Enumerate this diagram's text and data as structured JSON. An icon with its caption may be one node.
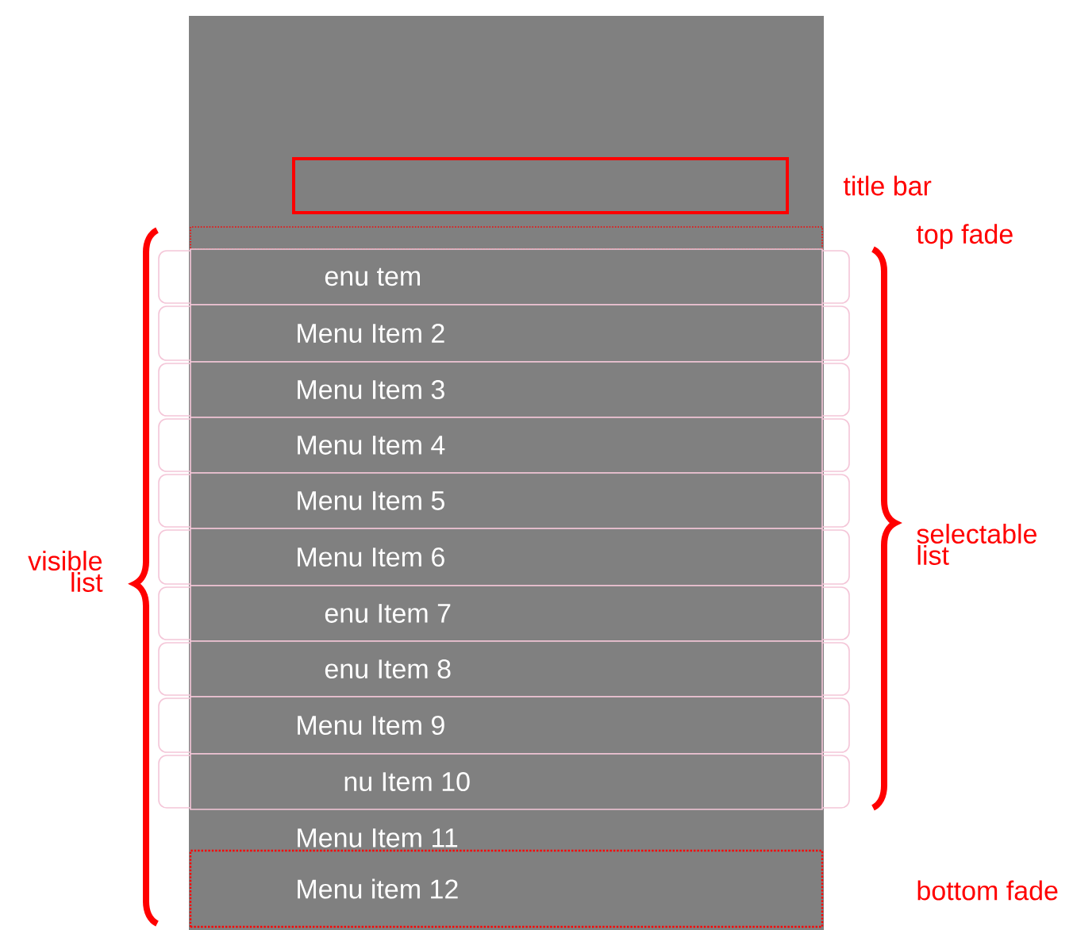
{
  "diagram": {
    "nodes": [
      {
        "text": [],
        "shape": "box"
      },
      {
        "text": [],
        "shape": "box",
        "in": 0,
        "beside": [
          "title bar"
        ]
      },
      {
        "text": [],
        "shape": "box",
        "in": 0,
        "beside": [
          "top fade"
        ]
      },
      {
        "text": [
          "enu tem"
        ],
        "in": 0
      },
      {
        "text": [
          "Menu Item 2"
        ],
        "in": 0
      },
      {
        "text": [
          "Menu Item 3"
        ],
        "in": 0
      },
      {
        "text": [
          "Menu Item 4"
        ],
        "in": 0
      },
      {
        "text": [
          "Menu Item 5"
        ],
        "in": 0
      },
      {
        "text": [
          "Menu Item 6"
        ],
        "in": 0
      },
      {
        "text": [
          "enu Item 7"
        ],
        "in": 0
      },
      {
        "text": [
          "enu Item 8"
        ],
        "in": 0
      },
      {
        "text": [
          "Menu Item 9"
        ],
        "in": 0
      },
      {
        "text": [
          "nu Item 10"
        ],
        "in": 0
      },
      {
        "text": [
          "Menu item 12"
        ],
        "in": 0,
        "beside": [
          "bottom fade"
        ]
      }
    ],
    "labels": [
      "visible list",
      "selectable list",
      "Menu Item 11"
    ]
  }
}
